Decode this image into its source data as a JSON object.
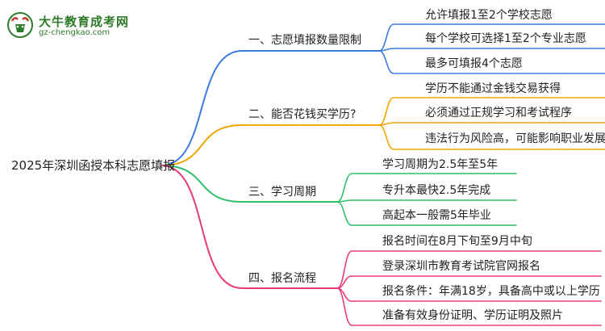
{
  "logo": {
    "title": "大牛教育成考网",
    "url": "gz-chengkao.com"
  },
  "mindmap": {
    "root": "2025年深圳函授本科志愿填报",
    "branches": [
      {
        "label": "一、志愿填报数量限制",
        "color": "#3b7be0",
        "children": [
          "允许填报1至2个学校志愿",
          "每个学校可选择1至2个专业志愿",
          "最多可填报4个志愿"
        ]
      },
      {
        "label": "二、能否花钱买学历?",
        "color": "#f0a500",
        "children": [
          "学历不能通过金钱交易获得",
          "必须通过正规学习和考试程序",
          "违法行为风险高，可能影响职业发展"
        ]
      },
      {
        "label": "三、学习周期",
        "color": "#2fbf6c",
        "children": [
          "学习周期为2.5年至5年",
          "专升本最快2.5年完成",
          "高起本一般需5年毕业"
        ]
      },
      {
        "label": "四、报名流程",
        "color": "#e83a7a",
        "children": [
          "报名时间在8月下旬至9月中旬",
          "登录深圳市教育考试院官网报名",
          "报名条件：年满18岁，具备高中或以上学历",
          "准备有效身份证明、学历证明及照片"
        ]
      }
    ]
  }
}
